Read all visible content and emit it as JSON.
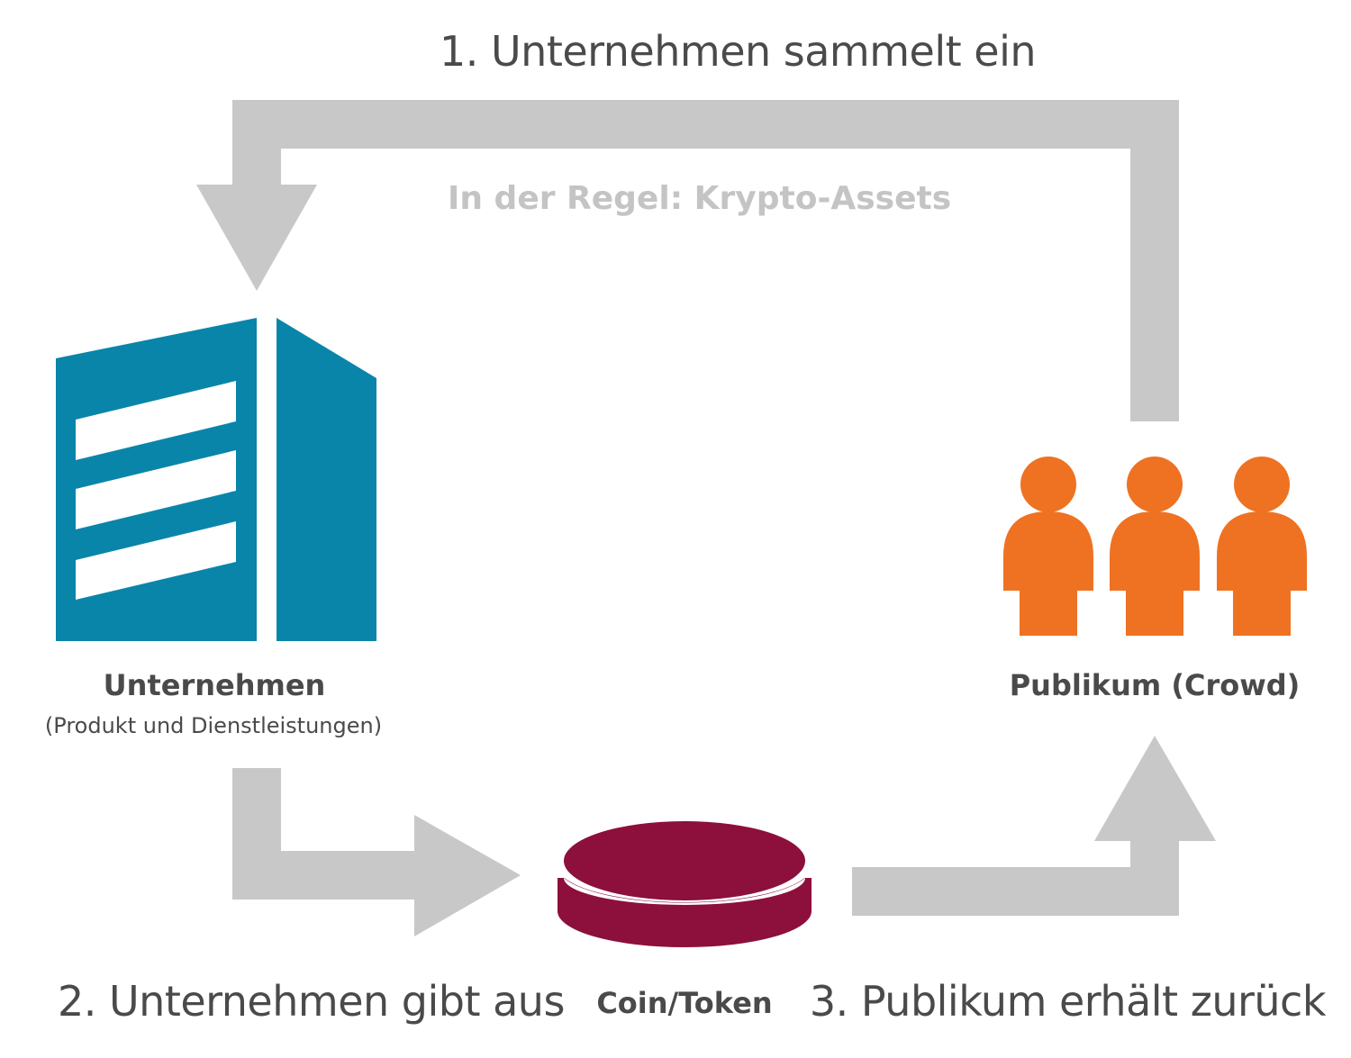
{
  "steps": {
    "collect": "1. Unternehmen sammelt ein",
    "issue": "2. Unternehmen gibt aus",
    "receive": "3. Publikum erhält zurück"
  },
  "collect_note": "In der Regel: Krypto-Assets",
  "company": {
    "label": "Unternehmen",
    "sublabel": "(Produkt und Dienstleistungen)"
  },
  "crowd": {
    "label": "Publikum (Crowd)"
  },
  "token": {
    "label": "Coin/Token"
  },
  "colors": {
    "arrow": "#c8c8c8",
    "building": "#0a85aa",
    "person": "#ee7222",
    "coin": "#8c0f3c",
    "text": "#4a4a4a",
    "note": "#c4c4c4"
  },
  "icons": {
    "company": "building-icon",
    "crowd": "people-icon",
    "token": "coin-icon"
  }
}
